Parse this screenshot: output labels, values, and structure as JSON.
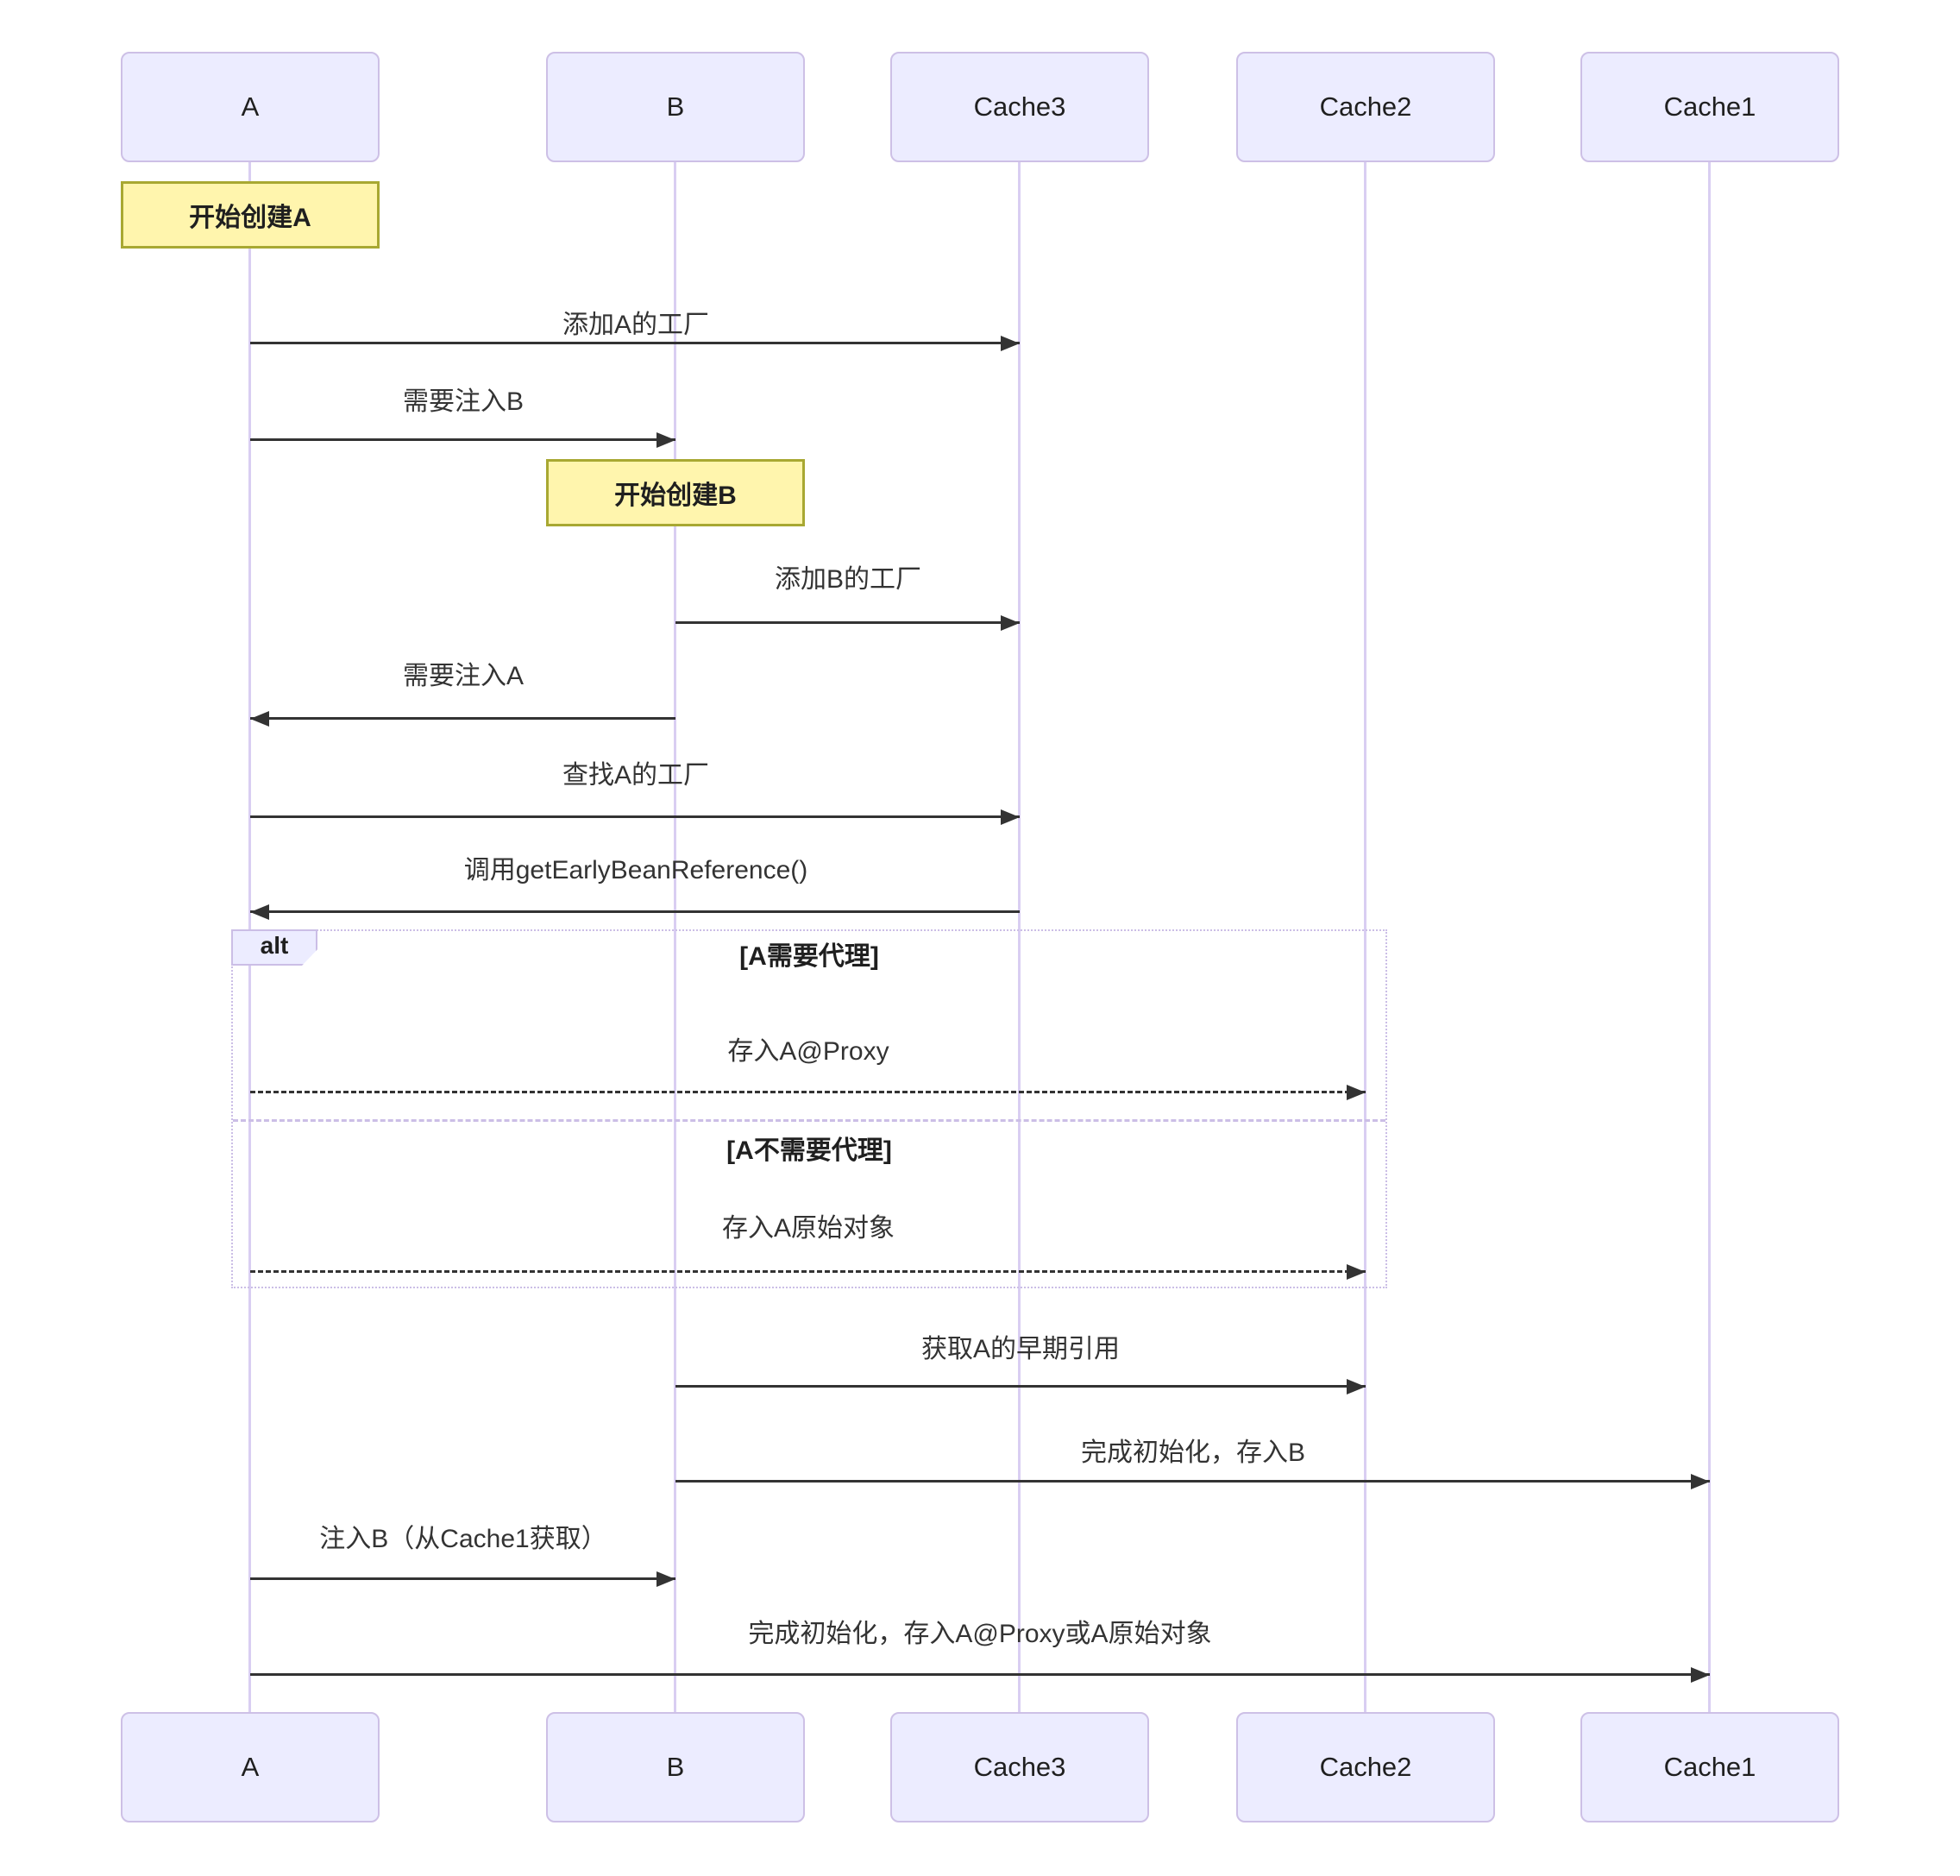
{
  "actors": [
    {
      "label": "A"
    },
    {
      "label": "B"
    },
    {
      "label": "Cache3"
    },
    {
      "label": "Cache2"
    },
    {
      "label": "Cache1"
    }
  ],
  "notes": [
    {
      "label": "开始创建A",
      "over": "A"
    },
    {
      "label": "开始创建B",
      "over": "B"
    }
  ],
  "alt_frame": {
    "label": "alt",
    "condition_1": "[A需要代理]",
    "condition_2": "[A不需要代理]"
  },
  "messages": [
    {
      "label": "添加A的工厂",
      "from": "A",
      "to": "Cache3",
      "line": "solid"
    },
    {
      "label": "需要注入B",
      "from": "A",
      "to": "B",
      "line": "solid"
    },
    {
      "label": "添加B的工厂",
      "from": "B",
      "to": "Cache3",
      "line": "solid"
    },
    {
      "label": "需要注入A",
      "from": "B",
      "to": "A",
      "line": "solid"
    },
    {
      "label": "查找A的工厂",
      "from": "A",
      "to": "Cache3",
      "line": "solid"
    },
    {
      "label": "调用getEarlyBeanReference()",
      "from": "Cache3",
      "to": "A",
      "line": "solid"
    },
    {
      "label": "存入A@Proxy",
      "from": "A",
      "to": "Cache2",
      "line": "dashed"
    },
    {
      "label": "存入A原始对象",
      "from": "A",
      "to": "Cache2",
      "line": "dashed"
    },
    {
      "label": "获取A的早期引用",
      "from": "B",
      "to": "Cache2",
      "line": "solid"
    },
    {
      "label": "完成初始化，存入B",
      "from": "B",
      "to": "Cache1",
      "line": "solid"
    },
    {
      "label": "注入B（从Cache1获取）",
      "from": "A",
      "to": "B",
      "line": "solid"
    },
    {
      "label": "完成初始化，存入A@Proxy或A原始对象",
      "from": "A",
      "to": "Cache1",
      "line": "solid"
    }
  ],
  "colors": {
    "actor-fill": "#ECECFF",
    "actor-border": "#CDC0E6",
    "lifeline": "#D9CEF2",
    "note-fill": "#FFF5AD",
    "note-border": "#A8A832",
    "frame-border": "#CBBEE6",
    "ink": "#333333"
  }
}
